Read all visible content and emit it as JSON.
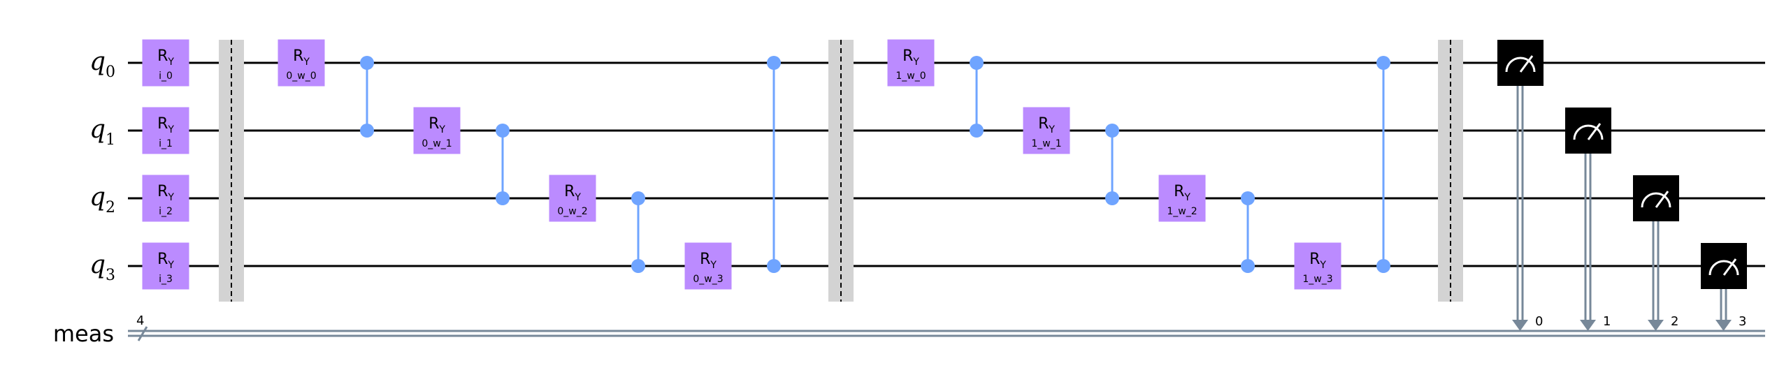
{
  "qubits": [
    {
      "name": "q",
      "index": "0"
    },
    {
      "name": "q",
      "index": "1"
    },
    {
      "name": "q",
      "index": "2"
    },
    {
      "name": "q",
      "index": "3"
    }
  ],
  "classical_register": {
    "name": "meas",
    "width_label": "4"
  },
  "gate_symbol": {
    "main": "R",
    "sub": "Y"
  },
  "gates": [
    {
      "qubit": 0,
      "param": "i_0"
    },
    {
      "qubit": 1,
      "param": "i_1"
    },
    {
      "qubit": 2,
      "param": "i_2"
    },
    {
      "qubit": 3,
      "param": "i_3"
    },
    {
      "qubit": 0,
      "param": "0_w_0"
    },
    {
      "qubit": 1,
      "param": "0_w_1"
    },
    {
      "qubit": 2,
      "param": "0_w_2"
    },
    {
      "qubit": 3,
      "param": "0_w_3"
    },
    {
      "qubit": 0,
      "param": "1_w_0"
    },
    {
      "qubit": 1,
      "param": "1_w_1"
    },
    {
      "qubit": 2,
      "param": "1_w_2"
    },
    {
      "qubit": 3,
      "param": "1_w_3"
    }
  ],
  "controlled_z": [
    {
      "qubits": [
        0,
        1
      ]
    },
    {
      "qubits": [
        1,
        2
      ]
    },
    {
      "qubits": [
        2,
        3
      ]
    },
    {
      "qubits": [
        0,
        3
      ]
    },
    {
      "qubits": [
        0,
        1
      ]
    },
    {
      "qubits": [
        1,
        2
      ]
    },
    {
      "qubits": [
        2,
        3
      ]
    },
    {
      "qubits": [
        0,
        3
      ]
    }
  ],
  "measurements": [
    {
      "qubit": 0,
      "bit_label": "0"
    },
    {
      "qubit": 1,
      "bit_label": "1"
    },
    {
      "qubit": 2,
      "bit_label": "2"
    },
    {
      "qubit": 3,
      "bit_label": "3"
    }
  ],
  "colors": {
    "gate_fill": "#bb8bff",
    "control": "#6fa4ff",
    "classical_wire": "#778899",
    "barrier": "#d3d3d3",
    "measure_box": "#000000"
  }
}
